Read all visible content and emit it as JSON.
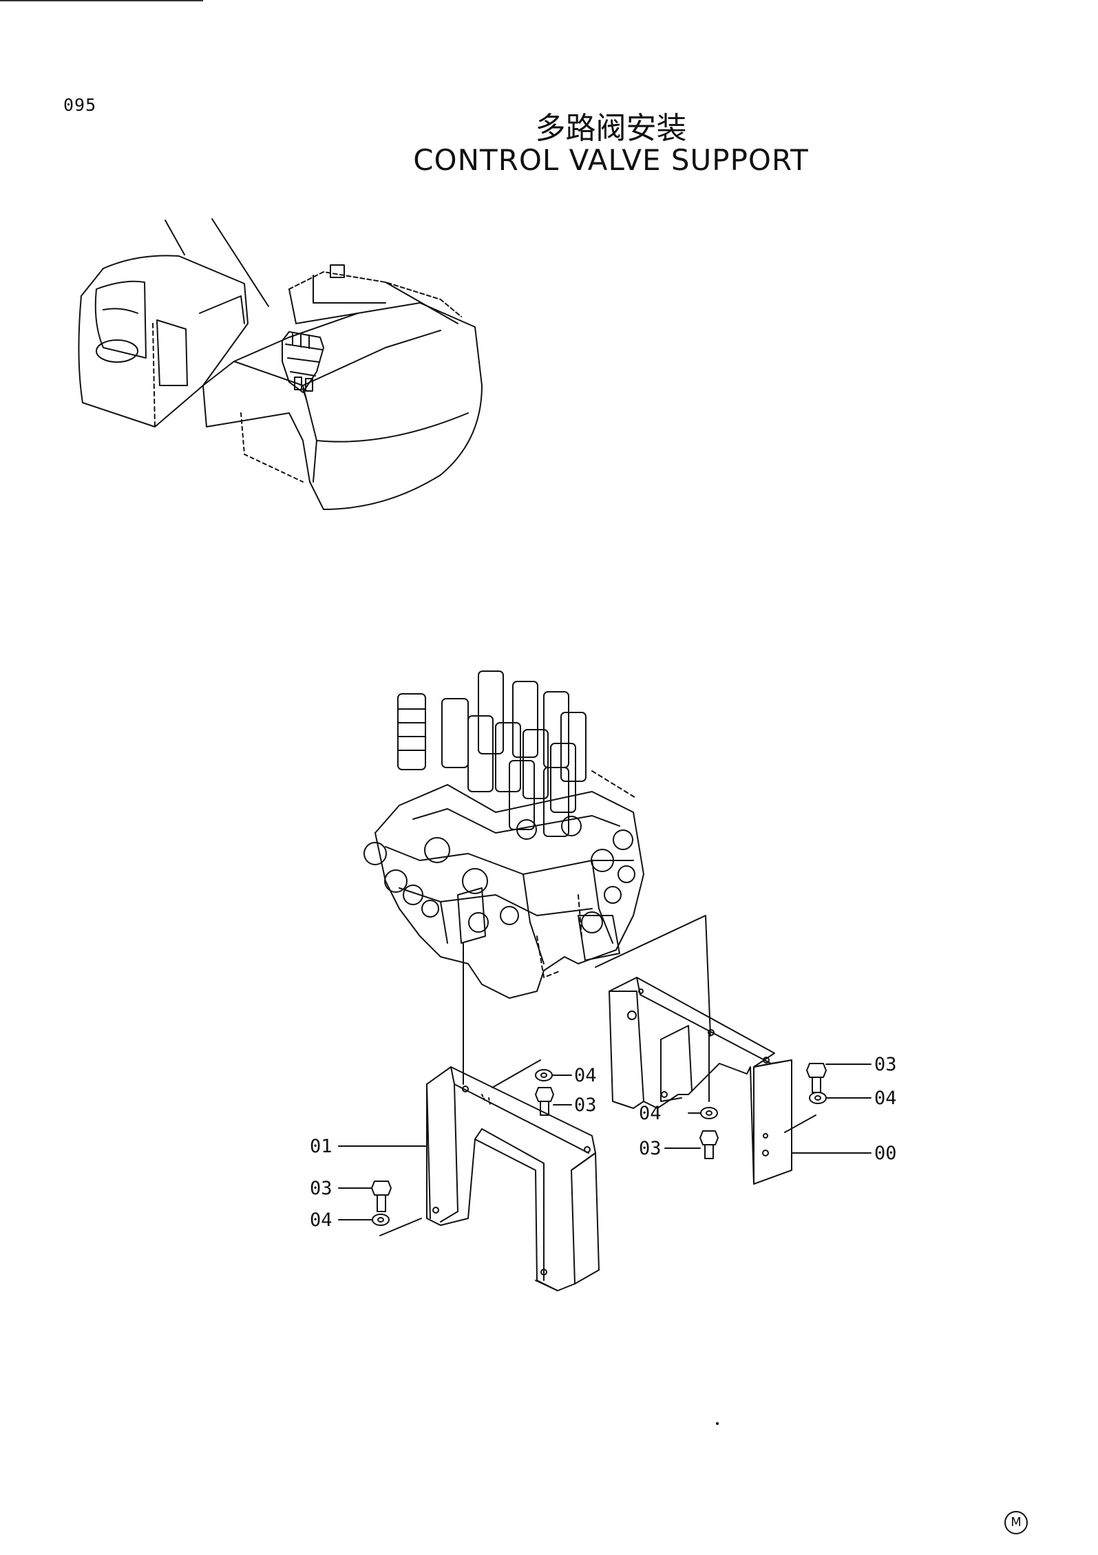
{
  "page": {
    "number": "095",
    "title_cn": "多路阀安装",
    "title_en": "CONTROL VALVE SUPPORT",
    "mark": "M"
  },
  "callouts": [
    {
      "label": "01"
    },
    {
      "label": "03"
    },
    {
      "label": "04"
    },
    {
      "label": "04"
    },
    {
      "label": "03"
    },
    {
      "label": "04"
    },
    {
      "label": "03"
    },
    {
      "label": "03"
    },
    {
      "label": "04"
    },
    {
      "label": "00"
    }
  ]
}
